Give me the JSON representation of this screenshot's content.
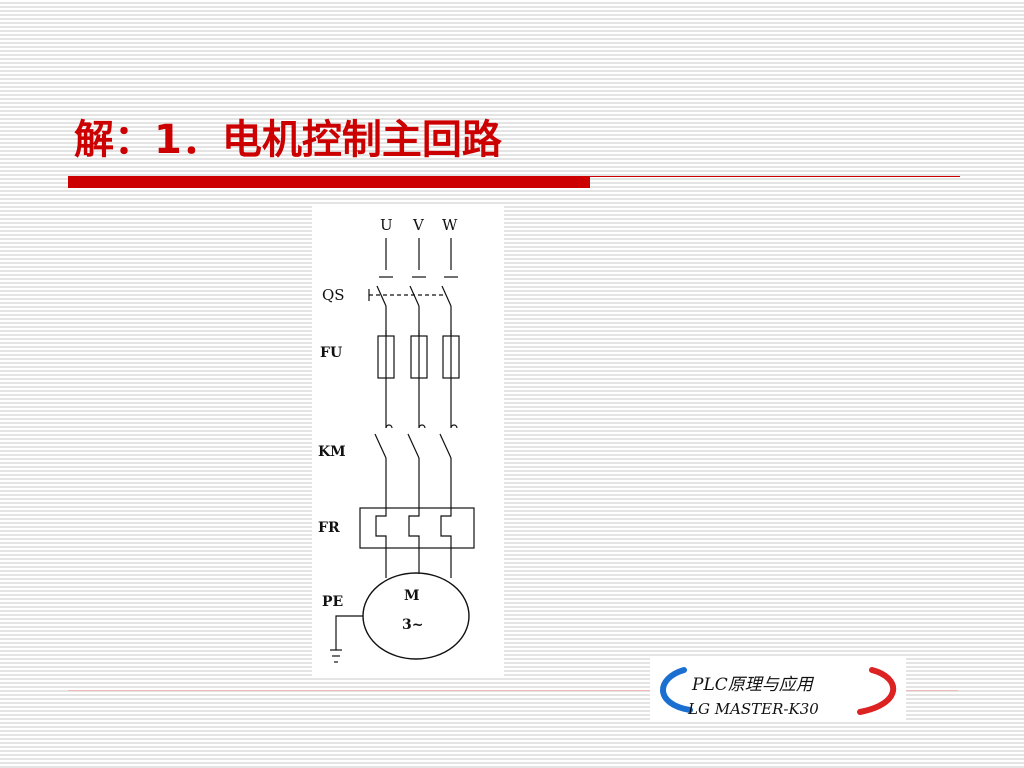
{
  "slide": {
    "title": "解：1．电机控制主回路"
  },
  "diagram": {
    "phase_labels": [
      "U",
      "V",
      "W"
    ],
    "component_labels": {
      "switch": "QS",
      "fuse": "FU",
      "contactor": "KM",
      "relay": "FR",
      "ground": "PE"
    },
    "motor": {
      "name": "M",
      "phases": "3~"
    }
  },
  "logo": {
    "line1": "PLC原理与应用",
    "line2": "LG MASTER-K30",
    "colors": {
      "blue": "#1a6fd0",
      "red": "#dd2222"
    }
  },
  "colors": {
    "accent": "#cc0000",
    "ink": "#111111"
  }
}
